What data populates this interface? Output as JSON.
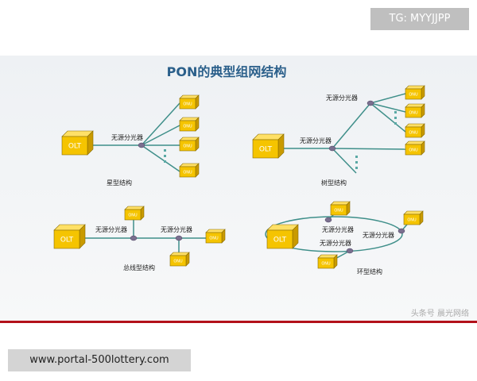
{
  "tag": "TG: MYYJJPP",
  "url": "www.portal-500lottery.com",
  "title": "PON的典型组网结构",
  "splitter": "无源分光器",
  "olt": "OLT",
  "onu": "ONU",
  "star": "星型结构",
  "tree": "树型结构",
  "bus": "总线型结构",
  "ring": "环型结构",
  "watermark": "头条号 晨光网络",
  "colors": {
    "box": "#f5c400",
    "line": "#3f8f8a",
    "title": "#2a5f8a",
    "accent": "#b3101a"
  }
}
